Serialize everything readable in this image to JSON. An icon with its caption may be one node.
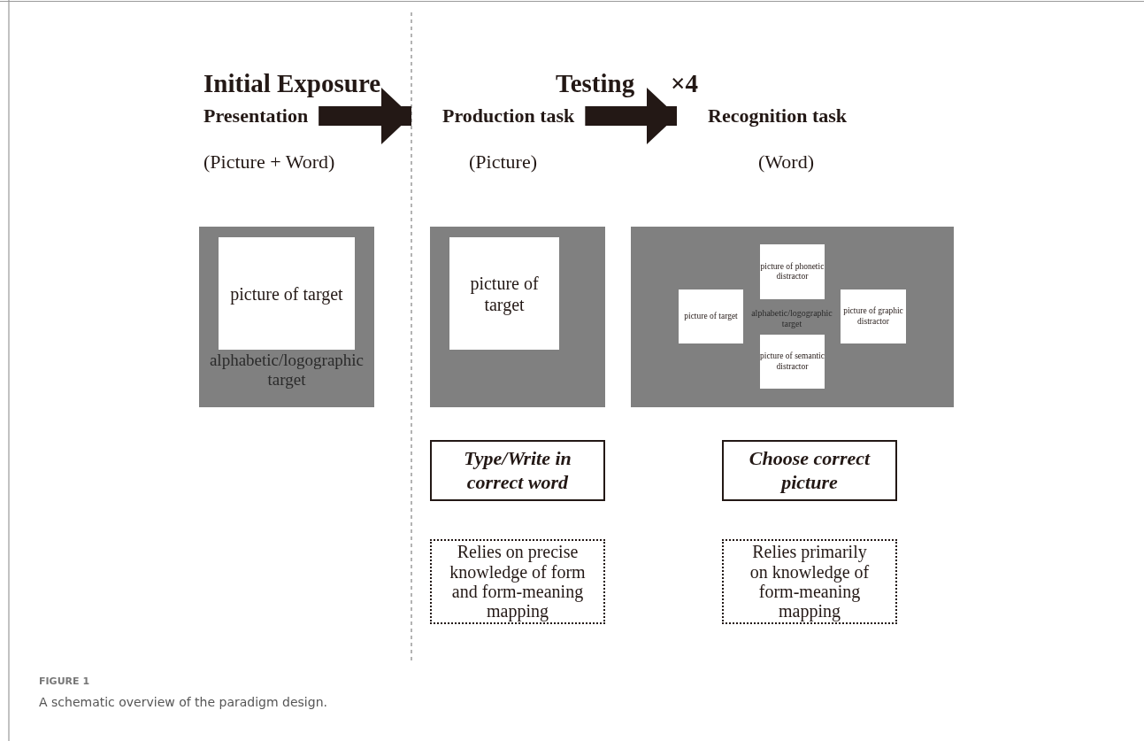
{
  "diagram": {
    "caption": "A schematic overview of the paradigm design.",
    "nodes": [
      {
        "text": [
          "Presentation"
        ],
        "beside": [
          "(Picture + Word)"
        ]
      },
      {
        "text": [
          "Production task"
        ],
        "beside": [
          "(Picture)"
        ]
      },
      {
        "text": [
          "Recognition task"
        ],
        "beside": [
          "(Word)"
        ]
      },
      {
        "text": [
          "alphabetic/logographic target"
        ]
      },
      {
        "text": [
          "picture of target"
        ],
        "in": 3
      },
      {
        "text": [],
        "shape": "box"
      },
      {
        "text": [
          "picture of target"
        ],
        "in": 5
      },
      {
        "text": [
          "alphabetic/logographic target"
        ]
      },
      {
        "text": [
          "picture of phonetic distractor"
        ],
        "in": 7
      },
      {
        "text": [
          "picture of target"
        ],
        "in": 7
      },
      {
        "text": [
          "picture of graphic distractor"
        ],
        "in": 7
      },
      {
        "text": [
          "picture of semantic distractor"
        ],
        "in": 7
      },
      {
        "text": [
          "Type/Write in correct word"
        ]
      },
      {
        "text": [
          "Choose correct picture"
        ]
      },
      {
        "text": [
          "Relies on precise knowledge of form and form-meaning mapping"
        ]
      },
      {
        "text": [
          "Relies primarily on knowledge of form-meaning mapping"
        ]
      }
    ],
    "edges": [
      {
        "from": 0,
        "to": 1,
        "arrow": "to"
      },
      {
        "from": 1,
        "to": 2,
        "arrow": "to"
      }
    ],
    "labels": [
      "Initial Exposure",
      "Testing",
      "×4",
      "FIGURE 1"
    ]
  }
}
